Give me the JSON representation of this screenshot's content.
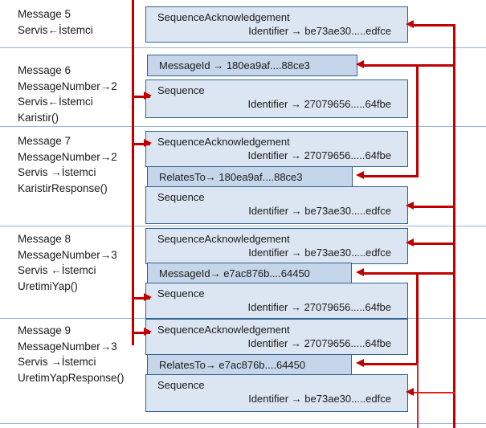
{
  "diagram": {
    "title": "WS-ReliableMessaging SOAP message sequence",
    "colors": {
      "box_fill": "#dce6f2",
      "box_fill_dark": "#c6d6ea",
      "box_border": "#31628f",
      "separator": "#95b3d7",
      "connector": "#c00000",
      "text": "#1a1a1a"
    },
    "glyphs": {
      "arrow_right": "→",
      "arrow_left": "←"
    }
  },
  "sections": [
    {
      "id": "message-5",
      "label_lines": [
        "Message 5",
        "Servis←İstemci"
      ],
      "boxes": [
        {
          "id": "m5-seqack",
          "kind": "two-line",
          "line1": "SequenceAcknowledgement",
          "line2": "Identifier → be73ae30.....edfce"
        }
      ]
    },
    {
      "id": "message-6",
      "label_lines": [
        "Message 6",
        "MessageNumber→2",
        "Servis←İstemci",
        "Karistir()"
      ],
      "boxes": [
        {
          "id": "m6-messageid",
          "kind": "one-line",
          "line1": "MessageId → 180ea9af....88ce3"
        },
        {
          "id": "m6-sequence",
          "kind": "two-line",
          "line1": "Sequence",
          "line2": "Identifier → 27079656.....64fbe"
        }
      ]
    },
    {
      "id": "message-7",
      "label_lines": [
        "Message 7",
        "MessageNumber→2",
        "Servis →İstemci",
        "KaristirResponse()"
      ],
      "boxes": [
        {
          "id": "m7-seqack",
          "kind": "two-line",
          "line1": "SequenceAcknowledgement",
          "line2": "Identifier → 27079656.....64fbe"
        },
        {
          "id": "m7-relatesto",
          "kind": "one-line",
          "line1": "RelatesTo→ 180ea9af....88ce3"
        },
        {
          "id": "m7-sequence",
          "kind": "two-line",
          "line1": "Sequence",
          "line2": "Identifier → be73ae30.....edfce"
        }
      ]
    },
    {
      "id": "message-8",
      "label_lines": [
        "Message 8",
        "MessageNumber→3",
        "Servis ←İstemci",
        "UretimiYap()"
      ],
      "boxes": [
        {
          "id": "m8-seqack",
          "kind": "two-line",
          "line1": "SequenceAcknowledgement",
          "line2": "Identifier → be73ae30.....edfce"
        },
        {
          "id": "m8-messageid",
          "kind": "one-line",
          "line1": "MessageId→ e7ac876b....64450"
        },
        {
          "id": "m8-sequence",
          "kind": "two-line",
          "line1": "Sequence",
          "line2": "Identifier → 27079656.....64fbe"
        }
      ]
    },
    {
      "id": "message-9",
      "label_lines": [
        "Message 9",
        "MessageNumber→3",
        "Servis →İstemci",
        "UretimYapResponse()"
      ],
      "boxes": [
        {
          "id": "m9-seqack",
          "kind": "two-line",
          "line1": "SequenceAcknowledgement",
          "line2": "Identifier → 27079656.....64fbe"
        },
        {
          "id": "m9-relatesto",
          "kind": "one-line",
          "line1": "RelatesTo→ e7ac876b....64450"
        },
        {
          "id": "m9-sequence",
          "kind": "two-line",
          "line1": "Sequence",
          "line2": "Identifier → be73ae30.....edfce"
        }
      ]
    }
  ]
}
